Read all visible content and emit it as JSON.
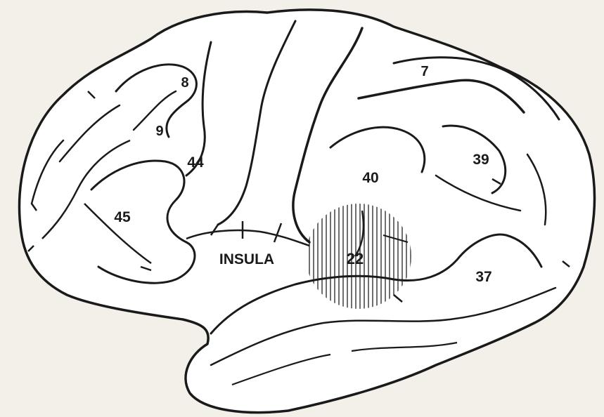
{
  "labels": {
    "area_8": "8",
    "area_9": "9",
    "area_7": "7",
    "area_44": "44",
    "area_45": "45",
    "area_40": "40",
    "area_39": "39",
    "area_22": "22",
    "area_37": "37",
    "insula": "INSULA"
  },
  "colors": {
    "paper": "#f3f0ea",
    "ink": "#1a1a1a"
  }
}
